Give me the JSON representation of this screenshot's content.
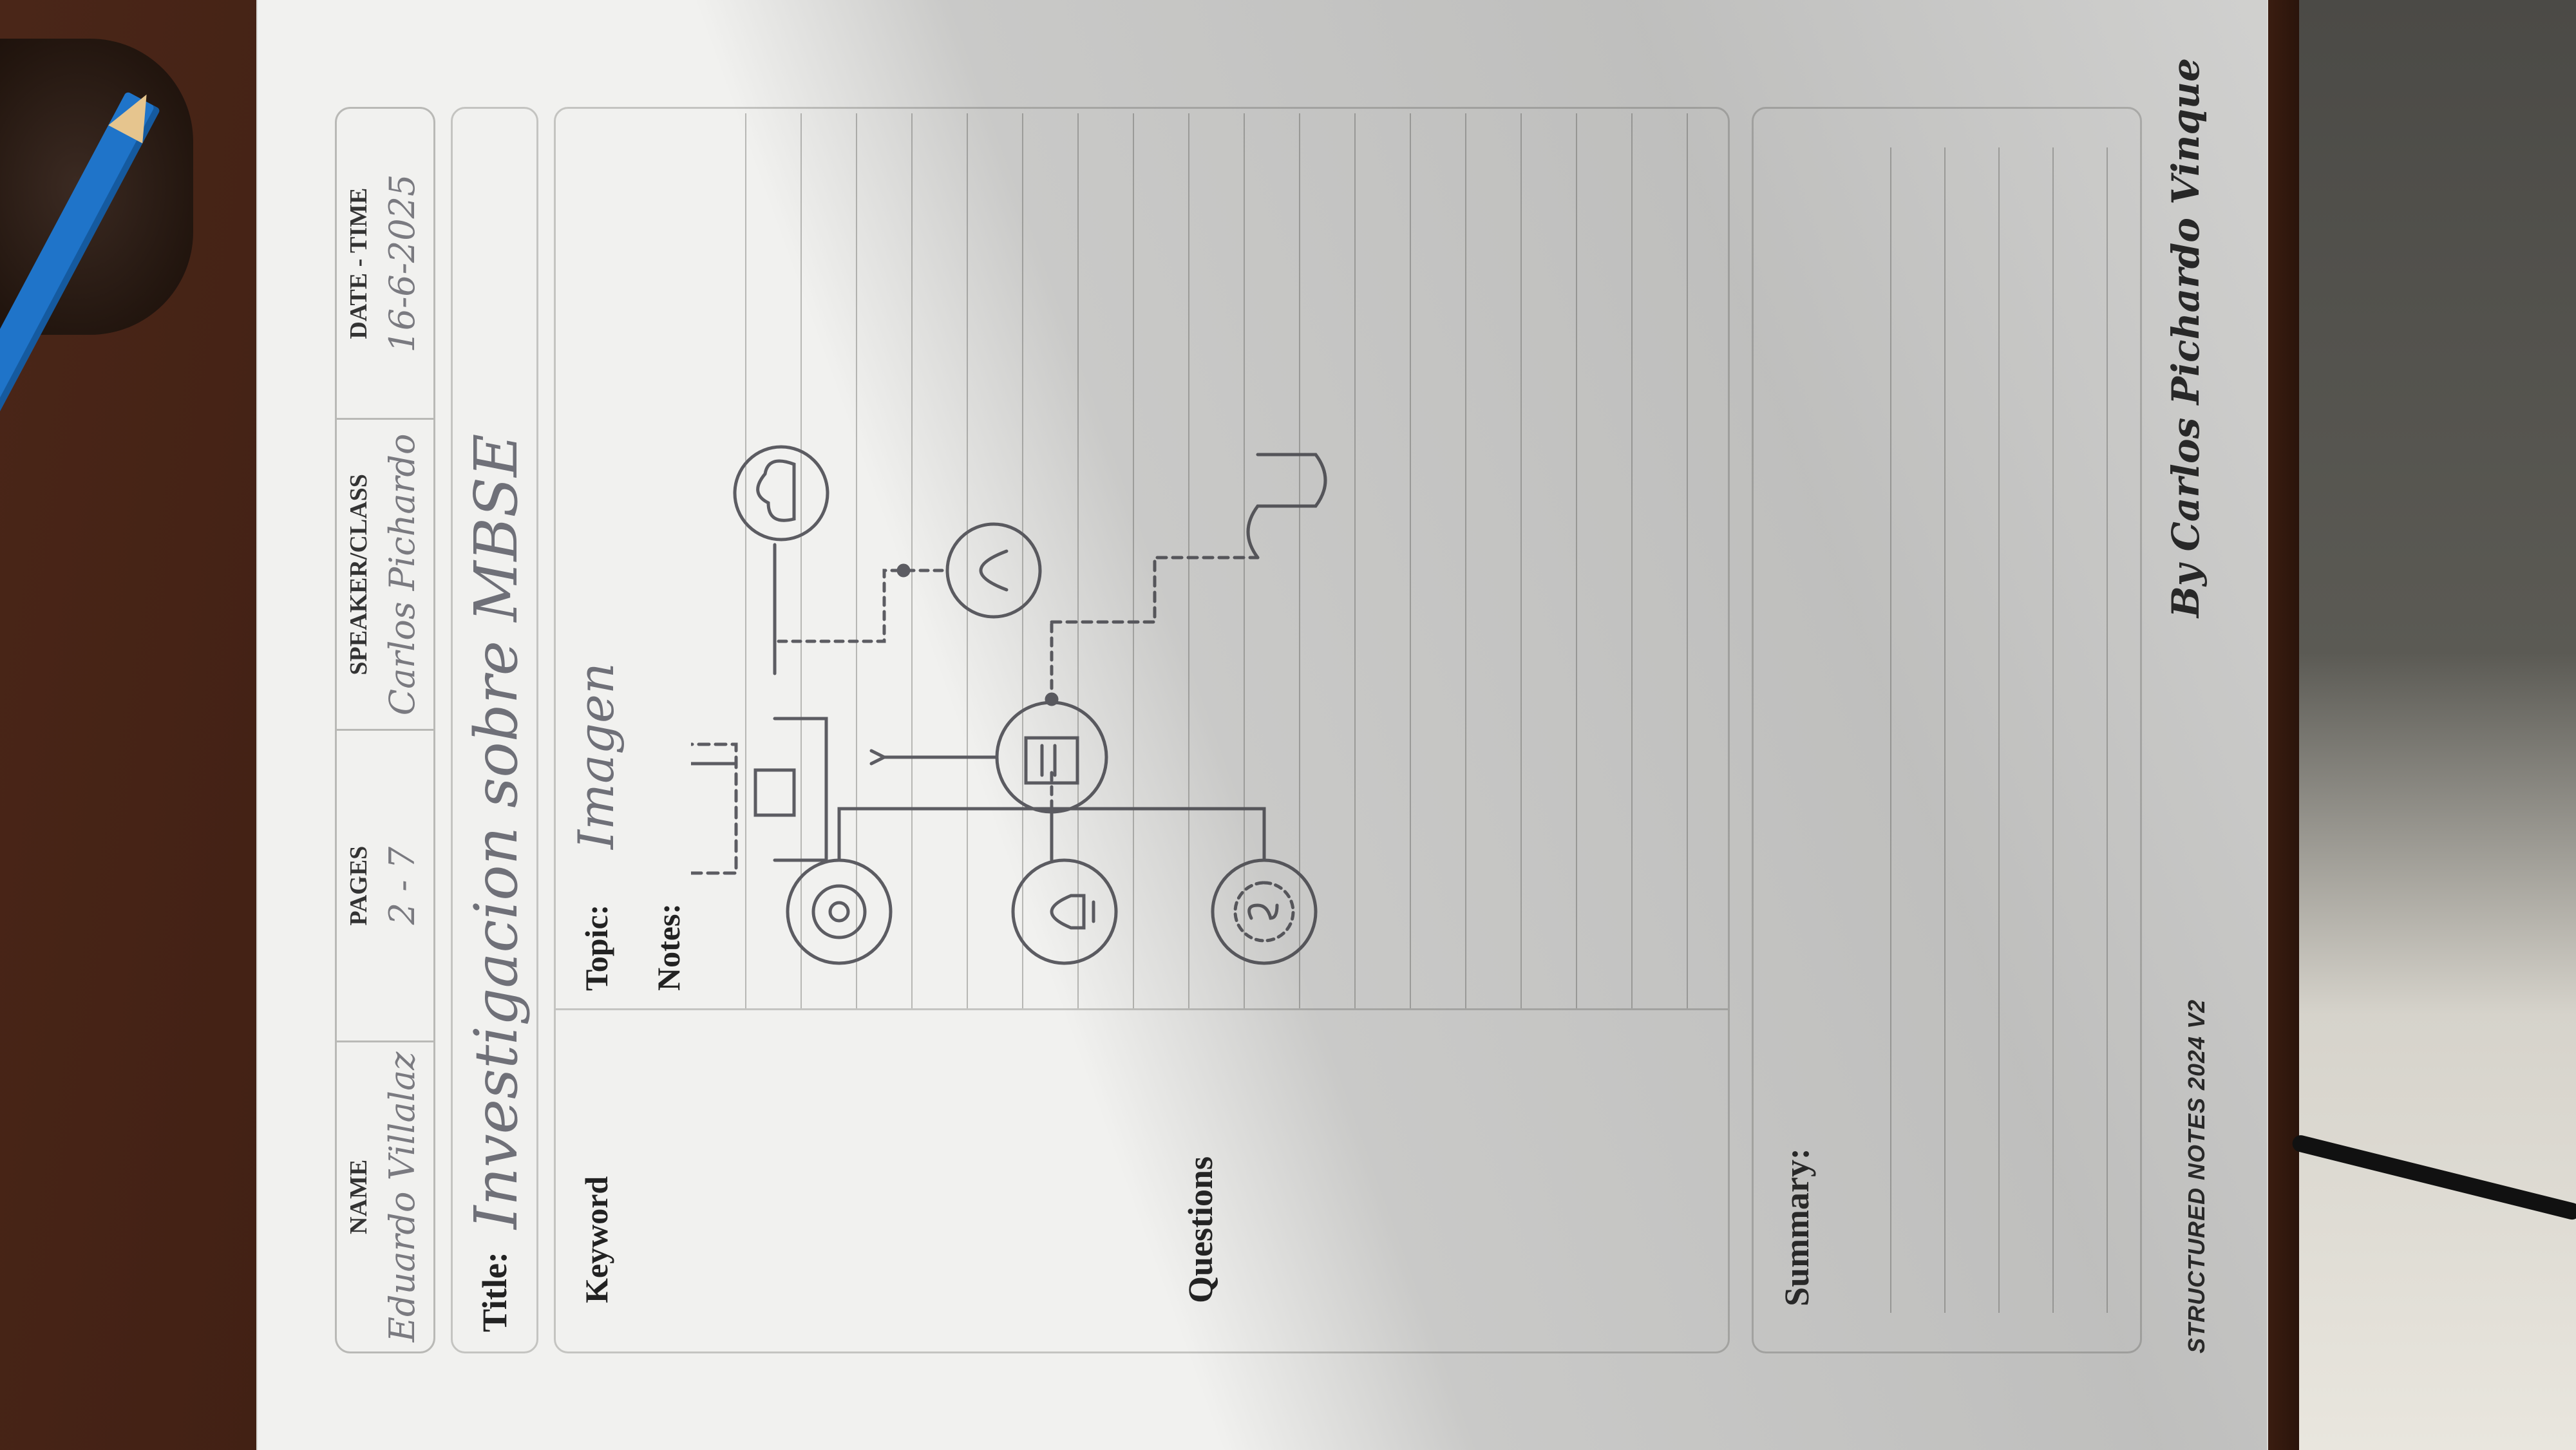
{
  "header": {
    "name_label": "NAME",
    "name_value": "Eduardo Villalaz",
    "pages_label": "PAGES",
    "pages_value": "2 - 7",
    "speaker_label": "SPEAKER/CLASS",
    "speaker_value": "Carlos Pichardo",
    "date_label": "DATE - TIME",
    "date_value": "16-6-2025"
  },
  "title": {
    "label": "Title:",
    "value": "Investigacion sobre MBSE"
  },
  "body": {
    "keyword_label": "Keyword",
    "questions_label": "Questions",
    "topic_label": "Topic:",
    "topic_value": "Imagen",
    "notes_label": "Notes:"
  },
  "summary": {
    "label": "Summary:"
  },
  "footer": {
    "left": "STRUCTURED NOTES 2024 V2",
    "right": "By Carlos Pichardo Vinque"
  },
  "colors": {
    "paper": "#f1f1ef",
    "ink_pencil": "#6f7078",
    "desk": "#3b1c11",
    "pencil": "#1f74c9"
  },
  "icons": [
    "target-icon",
    "lightbulb-icon",
    "gear-dollar-icon",
    "document-icon",
    "cloud-icon",
    "headset-icon"
  ]
}
